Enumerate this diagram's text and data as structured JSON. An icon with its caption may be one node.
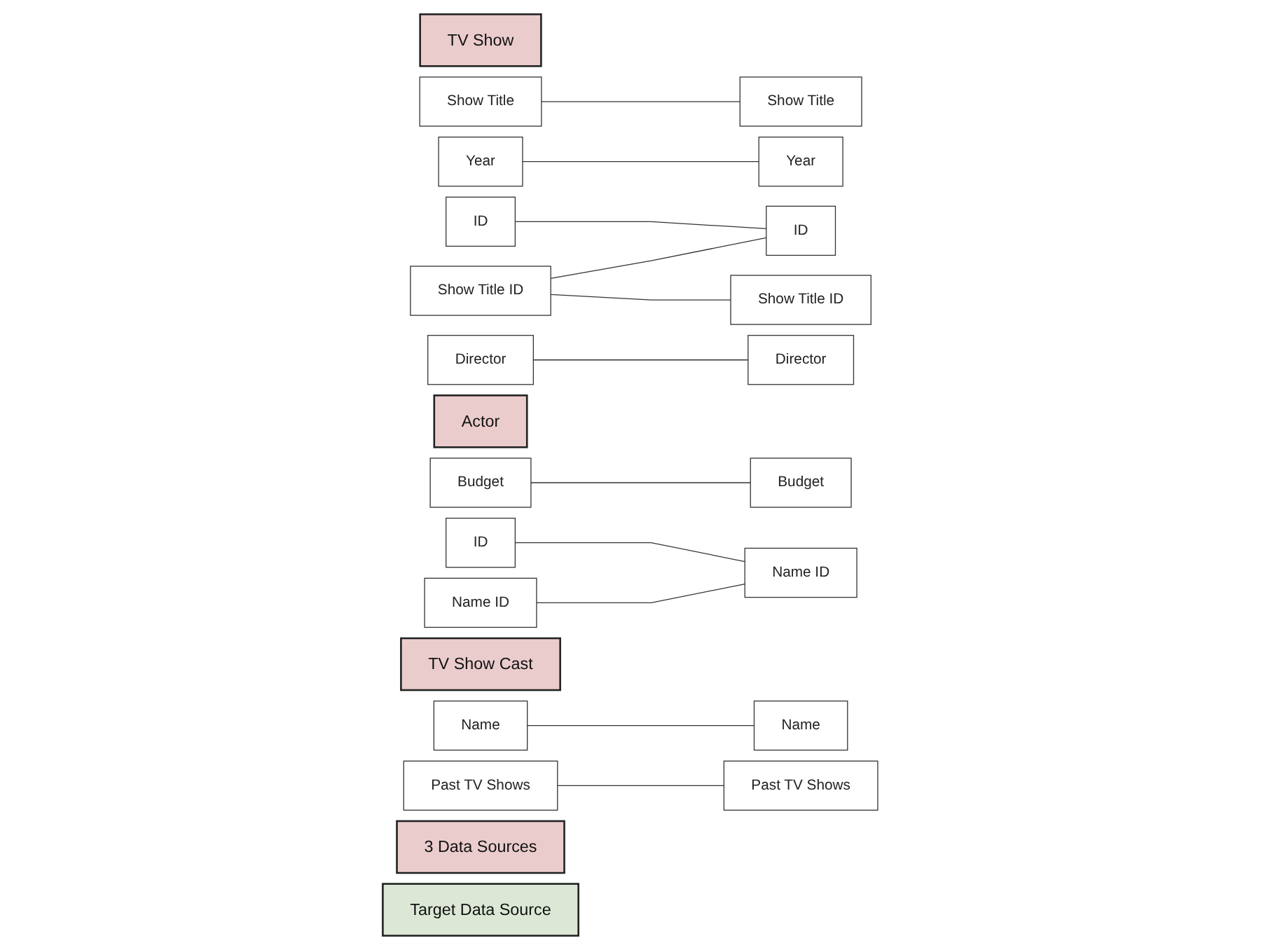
{
  "diagram": {
    "nodes": [
      {
        "text": [
          "TV Show"
        ]
      },
      {
        "text": [
          "ID"
        ]
      },
      {
        "text": [
          "Show Title"
        ]
      },
      {
        "text": [
          "Year"
        ]
      },
      {
        "text": [
          "Director"
        ]
      },
      {
        "text": [
          "Budget"
        ]
      },
      {
        "text": [
          "Actor"
        ]
      },
      {
        "text": [
          "ID"
        ]
      },
      {
        "text": [
          "Name"
        ]
      },
      {
        "text": [
          "Past TV Shows"
        ]
      },
      {
        "text": [
          "TV Show Cast"
        ]
      },
      {
        "text": [
          "Show Title ID"
        ]
      },
      {
        "text": [
          "Name ID"
        ]
      },
      {
        "text": [
          "3 Data Sources"
        ]
      },
      {
        "text": [
          "Target Data Source"
        ]
      },
      {
        "text": [
          "ID"
        ]
      },
      {
        "text": [
          "Show Title"
        ]
      },
      {
        "text": [
          "Year"
        ]
      },
      {
        "text": [
          "Director"
        ]
      },
      {
        "text": [
          "Budget"
        ]
      },
      {
        "text": [
          "Name"
        ]
      },
      {
        "text": [
          "Past TV Shows"
        ]
      },
      {
        "text": [
          "Show Title ID"
        ]
      },
      {
        "text": [
          "Name ID"
        ]
      }
    ],
    "edges": [
      {
        "from": 1,
        "to": 15,
        "arrow": "none"
      },
      {
        "from": 2,
        "to": 16,
        "arrow": "none"
      },
      {
        "from": 3,
        "to": 17,
        "arrow": "none"
      },
      {
        "from": 4,
        "to": 18,
        "arrow": "none"
      },
      {
        "from": 5,
        "to": 19,
        "arrow": "none"
      },
      {
        "from": 7,
        "to": 23,
        "arrow": "none"
      },
      {
        "from": 8,
        "to": 20,
        "arrow": "none"
      },
      {
        "from": 9,
        "to": 21,
        "arrow": "none"
      },
      {
        "from": 11,
        "to": 15,
        "arrow": "none"
      },
      {
        "from": 11,
        "to": 22,
        "arrow": "none"
      },
      {
        "from": 12,
        "to": 23,
        "arrow": "none"
      }
    ]
  }
}
